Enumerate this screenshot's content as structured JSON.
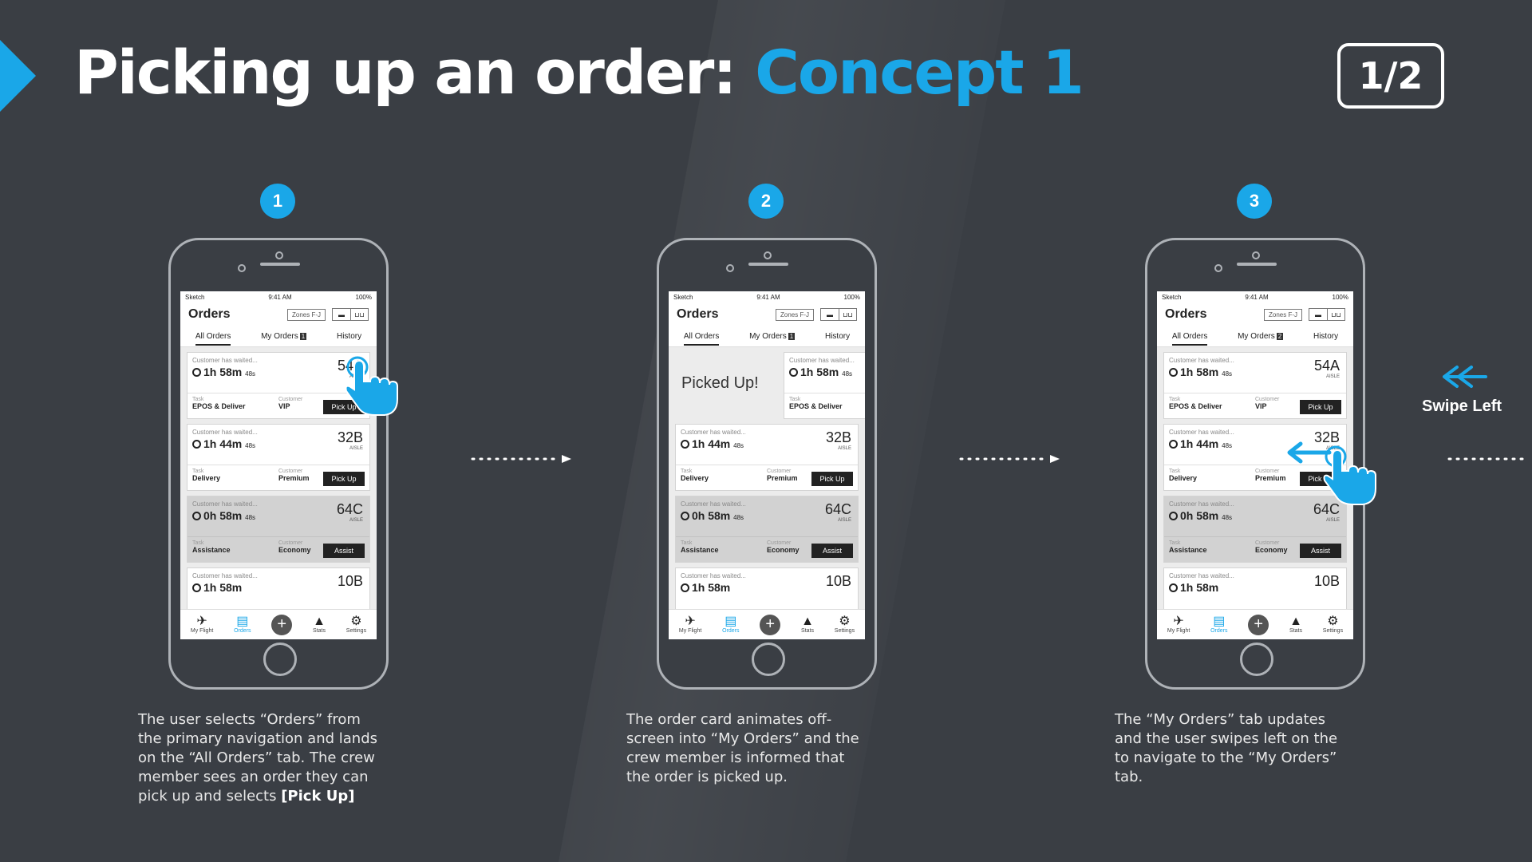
{
  "header": {
    "title_main": "Picking up an order: ",
    "title_accent": "Concept 1",
    "page_badge": "1/2",
    "accent_color": "#1aa7e8"
  },
  "phone_ui": {
    "status": {
      "carrier": "Sketch",
      "time": "9:41 AM",
      "battery": "100%"
    },
    "nav_title": "Orders",
    "zones_label": "Zones F-J",
    "tabs": {
      "all": "All Orders",
      "mine": "My Orders",
      "history": "History"
    },
    "tabbar": [
      "My Flight",
      "Orders",
      "Stats",
      "Settings"
    ],
    "waited_label": "Customer has waited...",
    "aisle_label": "AISLE",
    "task_label": "Task",
    "customer_label": "Customer",
    "seconds_label": "48s"
  },
  "orders": [
    {
      "time": "1h 58m",
      "seat": "54A",
      "task": "EPOS & Deliver",
      "customer": "VIP",
      "action": "Pick Up"
    },
    {
      "time": "1h 44m",
      "seat": "32B",
      "task": "Delivery",
      "customer": "Premium",
      "action": "Pick Up"
    },
    {
      "time": "0h 58m",
      "seat": "64C",
      "task": "Assistance",
      "customer": "Economy",
      "action": "Assist"
    },
    {
      "time": "1h 58m",
      "seat": "10B"
    }
  ],
  "steps": [
    {
      "num": "1",
      "my_orders_count": "1",
      "desc": "The user selects “Orders” from the primary navigation and lands on the “All Orders” tab. The crew member sees an order they can pick up and selects ",
      "desc_bold": "[Pick Up]"
    },
    {
      "num": "2",
      "my_orders_count": "1",
      "picked_label": "Picked Up!",
      "desc": "The order card animates off-screen into “My Orders” and the crew member is informed that the order is picked up."
    },
    {
      "num": "3",
      "my_orders_count": "2",
      "desc": "The “My Orders” tab updates and the user swipes left on the to navigate to the “My Orders” tab."
    }
  ],
  "swipe_label": "Swipe Left"
}
